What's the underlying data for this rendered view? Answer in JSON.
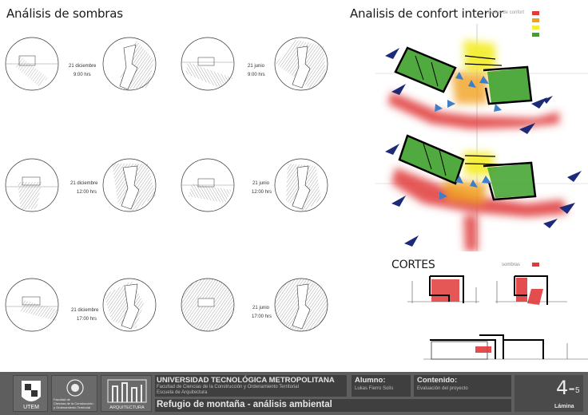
{
  "titles": {
    "shadows": "Análisis de sombras",
    "comfort": "Analisis de confort interior",
    "comfort_legend": "niveles de confort",
    "cortes": "CORTES",
    "cortes_legend": "sombras"
  },
  "colors": {
    "red": "#e03a3a",
    "orange": "#f0a020",
    "yellow": "#f4ee3a",
    "green": "#3ea12a",
    "arrow": "#1c2a78"
  },
  "shadow_studies": [
    {
      "date": "21 diciembre",
      "time": "9:00 hrs"
    },
    {
      "date": "21 junio",
      "time": "9:00 hrs"
    },
    {
      "date": "21 diciembre",
      "time": "12:00 hrs"
    },
    {
      "date": "21 junio",
      "time": "12:00 hrs"
    },
    {
      "date": "21 diciembre",
      "time": "17:00 hrs"
    },
    {
      "date": "21 junio",
      "time": "17:00 hrs"
    }
  ],
  "footer": {
    "utem": "UTEM",
    "faculty_1": "Facultad de",
    "faculty_2": "Ciencias de la Construcción",
    "faculty_3": "y Ordenamiento Territorial",
    "arq": "ARQUITECTURA",
    "university": "UNIVERSIDAD TECNOLÓGICA METROPOLITANA",
    "faculty_line": "Facultad de Ciencias de la Construcción y Ordenamiento Territorial",
    "school": "Escuela de Arquitectura",
    "alumno_label": "Alumno:",
    "alumno_name": "Lukas Fierro Solís",
    "contenido_label": "Contenido:",
    "contenido_value": "Evaluación del proyecto",
    "project_title": "Refugio de montaña - análisis ambiental",
    "lamina_number": "4-",
    "lamina_total": "5",
    "lamina_label": "Lámina"
  }
}
